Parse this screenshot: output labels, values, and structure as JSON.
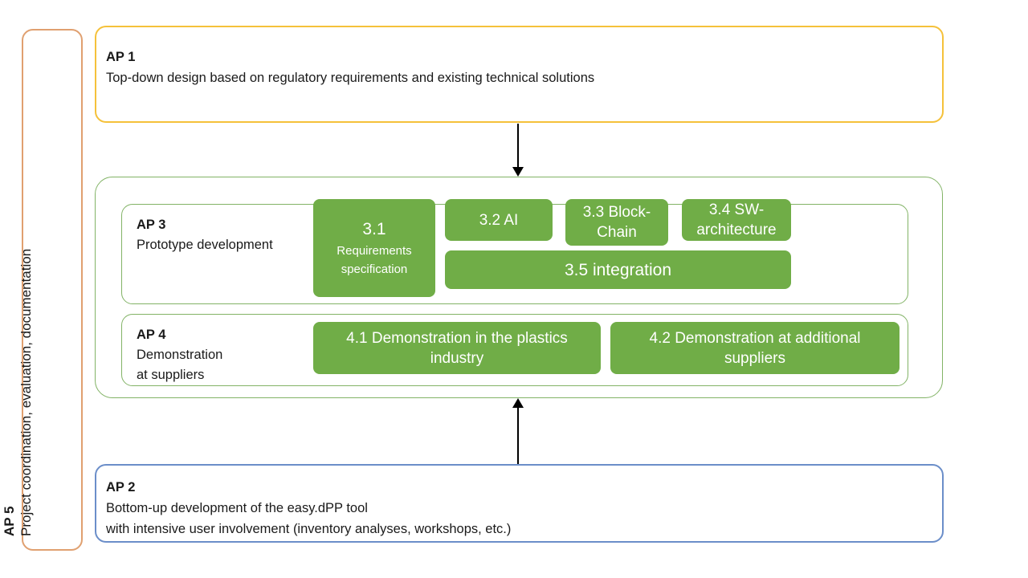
{
  "diagram": {
    "title_hidden": "",
    "colors": {
      "green_fill": "#70AD47",
      "green_border": "#82B366",
      "yellow_border": "#F5C13A",
      "blue_border": "#6B8EC9",
      "orange_border": "#E0A070",
      "arrow": "#000000",
      "text": "#1A1A1A"
    }
  },
  "ap5": {
    "code": "AP 5",
    "text": "Project coordination, evaluation, documentation"
  },
  "ap1": {
    "code": "AP 1",
    "text": "Top-down design based on regulatory requirements and existing technical solutions"
  },
  "ap3": {
    "code": "AP 3",
    "text": "Prototype development",
    "tasks": [
      {
        "id": "3.1",
        "label": "Requirements specification",
        "number": "3.1"
      },
      {
        "id": "3.2",
        "label": "3.2 AI"
      },
      {
        "id": "3.3",
        "label": "3.3 Block-Chain"
      },
      {
        "id": "3.4",
        "label": "3.4 SW-architecture"
      },
      {
        "id": "3.5",
        "label": "3.5 integration"
      }
    ]
  },
  "ap4": {
    "code": "AP 4",
    "text_line1": "Demonstration",
    "text_line2": "at suppliers",
    "tasks": [
      {
        "id": "4.1",
        "label": "4.1 Demonstration in the plastics industry"
      },
      {
        "id": "4.2",
        "label": "4.2 Demonstration at additional suppliers"
      }
    ]
  },
  "ap2": {
    "code": "AP 2",
    "text_line1": "Bottom-up development of the easy.dPP tool",
    "text_line2": "with intensive user involvement (inventory analyses, workshops, etc.)"
  },
  "arrows": [
    {
      "name": "ap1-to-ap34",
      "direction": "down"
    },
    {
      "name": "ap2-to-ap34",
      "direction": "up"
    }
  ]
}
